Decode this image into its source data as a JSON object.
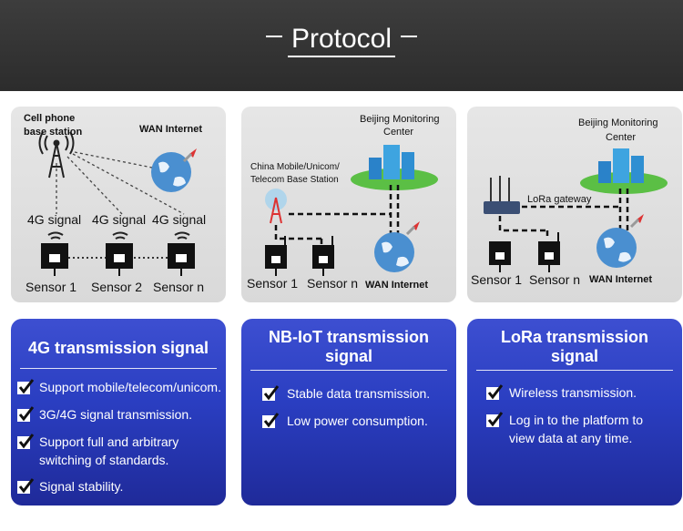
{
  "header": {
    "title": "Protocol"
  },
  "panels": {
    "fourg": {
      "tower_label_line1": "Cell phone",
      "tower_label_line2": "base station",
      "wan_label": "WAN Internet",
      "signal_labels": [
        "4G signal",
        "4G signal",
        "4G signal"
      ],
      "sensor_labels": [
        "Sensor 1",
        "Sensor 2",
        "Sensor n"
      ]
    },
    "nbiot": {
      "center_line1": "Beijing Monitoring",
      "center_line2": "Center",
      "station_line1": "China Mobile/Unicom/",
      "station_line2": "Telecom Base Station",
      "sensor_labels": [
        "Sensor 1",
        "Sensor n"
      ],
      "wan_label": "WAN Internet"
    },
    "lora": {
      "center_line1": "Beijing Monitoring",
      "center_line2": "Center",
      "gateway_label": "LoRa gateway",
      "sensor_labels": [
        "Sensor 1",
        "Sensor n"
      ],
      "wan_label": "WAN Internet"
    }
  },
  "cards": {
    "fourg": {
      "title": "4G transmission signal",
      "features": [
        "Support mobile/telecom/unicom.",
        "3G/4G signal transmission.",
        "Support full and arbitrary switching of standards.",
        "Signal stability."
      ]
    },
    "nbiot": {
      "title_line1": "NB-IoT transmission",
      "title_line2": "signal",
      "features": [
        "Stable data transmission.",
        "Low power consumption."
      ]
    },
    "lora": {
      "title_line1": "LoRa transmission",
      "title_line2": "signal",
      "features": [
        "Wireless transmission.",
        "Log in to the platform to view data at any time."
      ]
    }
  },
  "icons": {
    "tower": "cell-tower-icon",
    "globe": "globe-icon",
    "rocket": "rocket-icon",
    "sensor": "sensor-icon",
    "building": "building-icon",
    "router": "router-icon",
    "check": "checkmark-icon"
  },
  "colors": {
    "header_bg": "#333333",
    "card_blue": "#2a3ec1",
    "panel_gray": "#e0e0e0"
  }
}
